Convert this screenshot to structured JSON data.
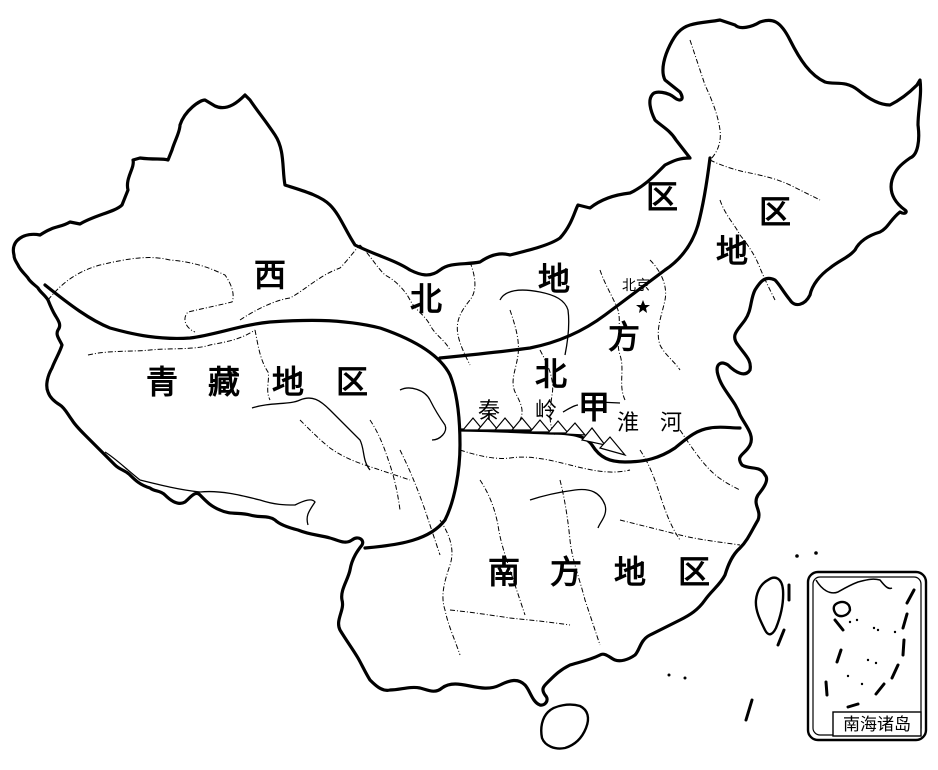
{
  "map": {
    "title": "",
    "regions": {
      "northwest": {
        "chars": [
          "西",
          "北",
          "地",
          "区"
        ]
      },
      "north": {
        "chars": [
          "北",
          "方",
          "地",
          "区"
        ]
      },
      "qinghai_tibet": {
        "chars": [
          "青",
          "藏",
          "地",
          "区"
        ]
      },
      "south": {
        "chars": [
          "南",
          "方",
          "地",
          "区"
        ]
      }
    },
    "markers": {
      "jia": "甲",
      "capital": "北京",
      "qinling_1": "秦",
      "qinling_2": "岭",
      "huaihe_1": "淮",
      "huaihe_2": "河"
    },
    "inset": {
      "label": "南海诸岛"
    },
    "colors": {
      "line": "#000000",
      "background": "#ffffff"
    }
  }
}
